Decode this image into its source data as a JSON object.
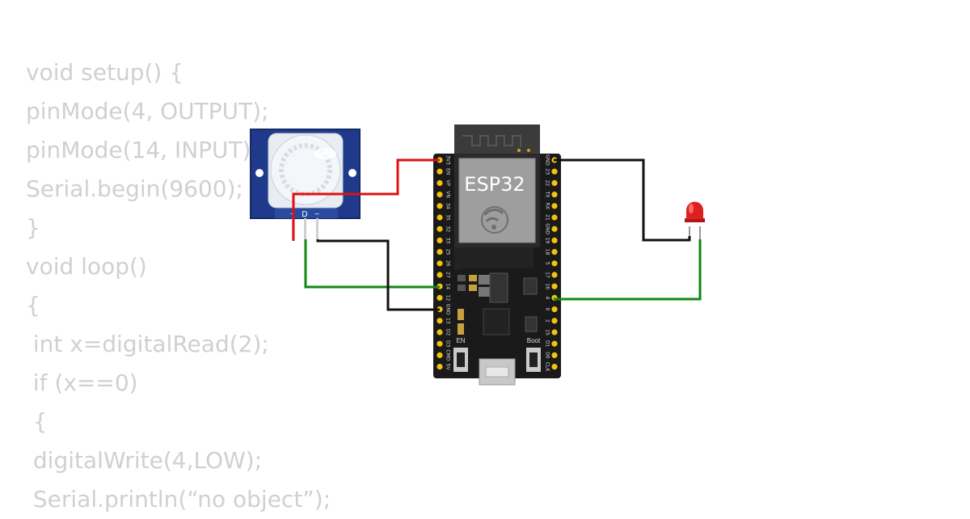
{
  "code_lines": [
    "void setup() {",
    "pinMode(4, OUTPUT);",
    "pinMode(14, INPUT);",
    "Serial.begin(9600);",
    "}",
    "void loop()",
    "{",
    " int x=digitalRead(2);",
    " if (x==0)",
    " {",
    " digitalWrite(4,LOW);",
    " Serial.println(“no object”);"
  ],
  "board": {
    "label": "ESP32",
    "left_pins": [
      "3V3",
      "EN",
      "VP",
      "VN",
      "34",
      "35",
      "32",
      "33",
      "25",
      "26",
      "27",
      "14",
      "12",
      "GND",
      "13",
      "D2",
      "D3",
      "CMD",
      "5V"
    ],
    "right_pins": [
      "GND",
      "23",
      "22",
      "TX",
      "RX",
      "21",
      "GND",
      "19",
      "18",
      "5",
      "17",
      "16",
      "4",
      "0",
      "2",
      "15",
      "D1",
      "D0",
      "CLK"
    ],
    "en_label": "EN",
    "boot_label": "Boot"
  },
  "pir": {
    "pin_labels": [
      "+",
      "D",
      "−"
    ]
  },
  "colors": {
    "wire_red": "#dd1111",
    "wire_black": "#111111",
    "wire_green": "#118811",
    "board": "#1a1a1a",
    "pir_board": "#1f3a8a",
    "led": "#e02020"
  }
}
